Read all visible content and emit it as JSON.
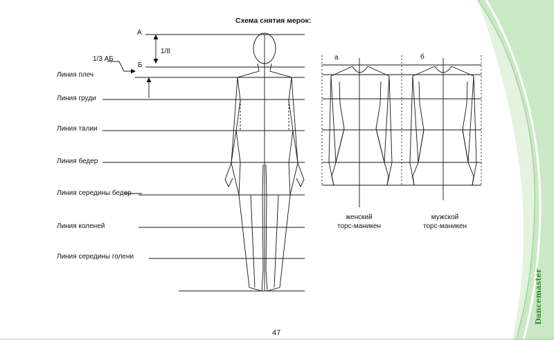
{
  "title": "Схема снятия мерок:",
  "points": {
    "a_label": "А",
    "b_label": "Б",
    "one_eighth": "1/8",
    "third_ab": "1/3 АБ"
  },
  "lines": [
    "Линия плеч",
    "Линия груди",
    "Линия талии",
    "Линия бедер",
    "Линия середины бедер",
    "Линия коленей",
    "Линия середины голени"
  ],
  "mannequins": {
    "female": {
      "letter": "а",
      "caption_1": "женский",
      "caption_2": "торс-маникен"
    },
    "male": {
      "letter": "б",
      "caption_1": "мужской",
      "caption_2": "торс-маникен"
    }
  },
  "page_number": "47",
  "brand": "Dancemaster",
  "colors": {
    "accent_green": "#4caf50",
    "light_green": "#dff2dc",
    "ink": "#111111"
  }
}
